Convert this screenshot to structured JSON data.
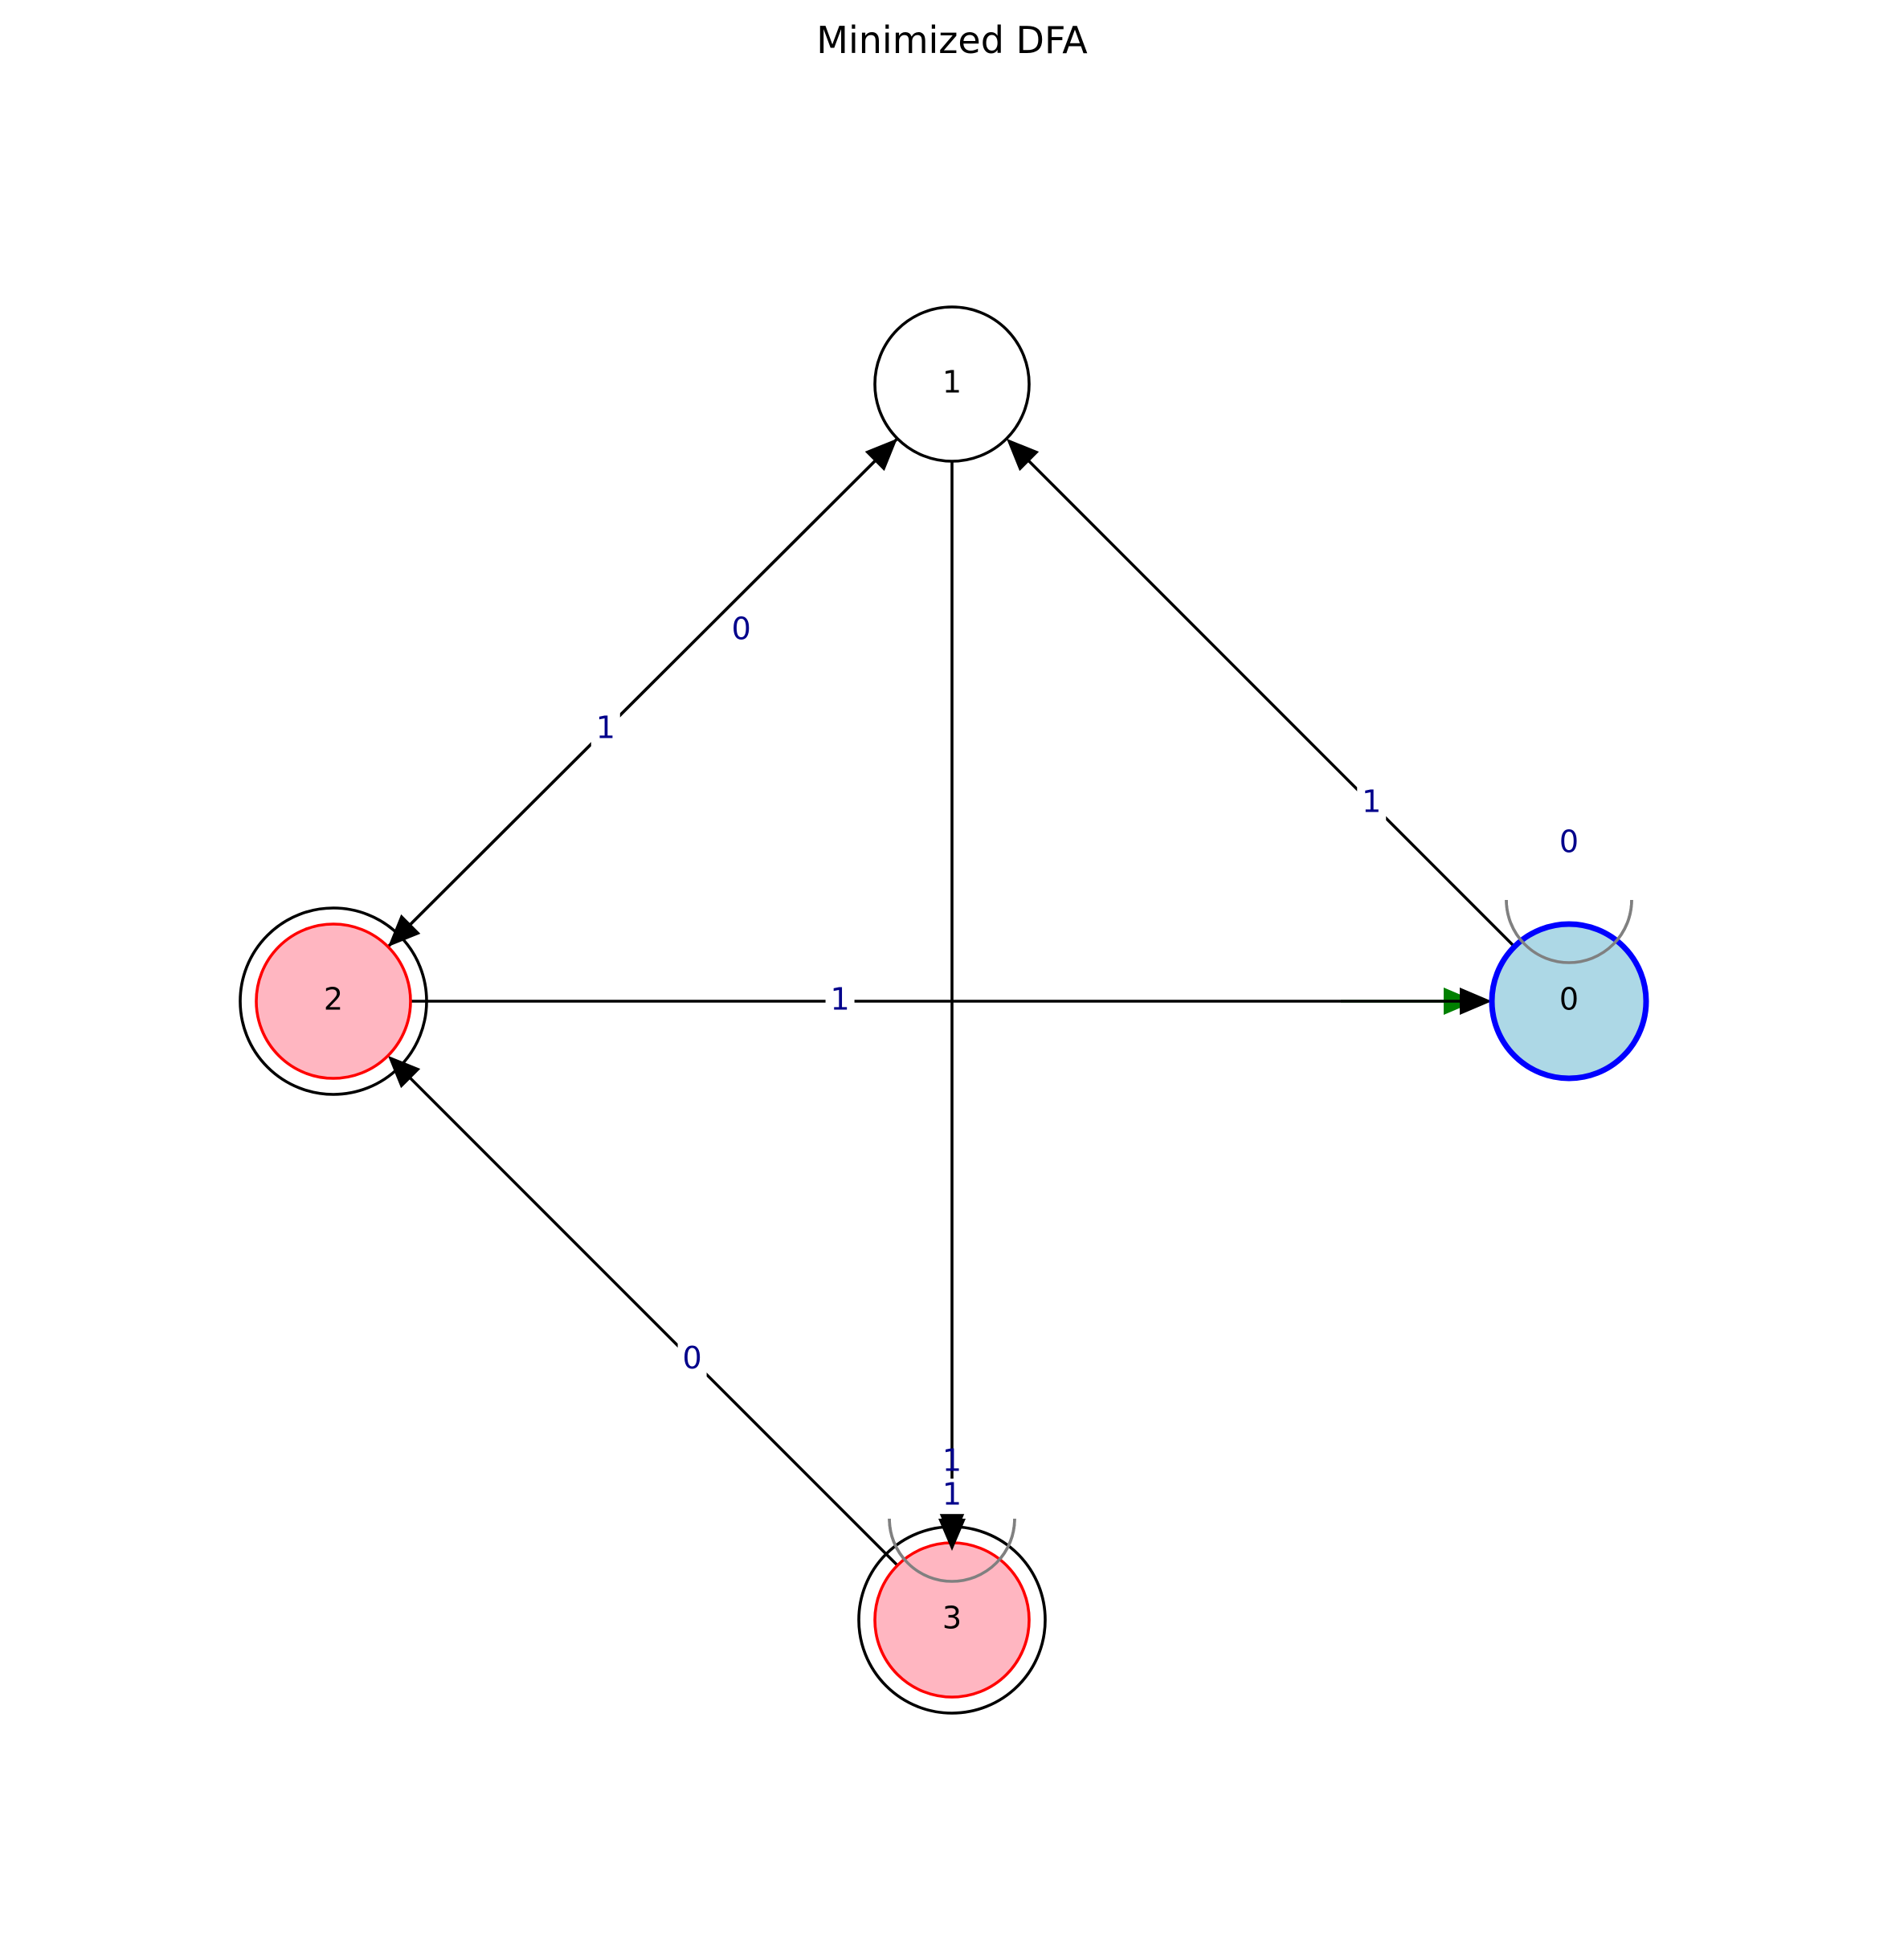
{
  "title": "Minimized DFA",
  "colors": {
    "start_state_fill": "#add8e6",
    "start_state_stroke": "#0000ff",
    "accepting_fill": "#ffb6c1",
    "accepting_inner_stroke": "#ff0000",
    "normal_fill": "#ffffff",
    "edge": "#000000",
    "self_loop": "#808080",
    "edge_label": "#00008b",
    "start_arrow": "#008000"
  },
  "states": [
    {
      "id": "0",
      "label": "0",
      "start": true,
      "accepting": false
    },
    {
      "id": "1",
      "label": "1",
      "start": false,
      "accepting": false
    },
    {
      "id": "2",
      "label": "2",
      "start": false,
      "accepting": true
    },
    {
      "id": "3",
      "label": "3",
      "start": false,
      "accepting": true
    }
  ],
  "transitions": [
    {
      "from": "0",
      "to": "0",
      "label": "0"
    },
    {
      "from": "0",
      "to": "1",
      "label": "1"
    },
    {
      "from": "1",
      "to": "2",
      "label": "0"
    },
    {
      "from": "1",
      "to": "3",
      "label": "1"
    },
    {
      "from": "2",
      "to": "1",
      "label": "1"
    },
    {
      "from": "2",
      "to": "0",
      "label": "1"
    },
    {
      "from": "3",
      "to": "2",
      "label": "0"
    },
    {
      "from": "3",
      "to": "3",
      "label": "1"
    }
  ]
}
